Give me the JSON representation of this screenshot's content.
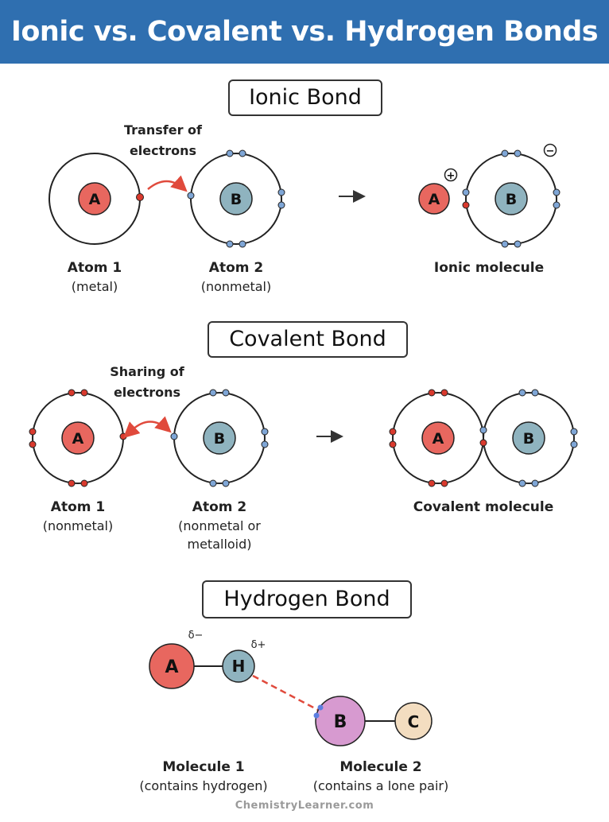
{
  "title": "Ionic vs. Covalent vs. Hydrogen Bonds",
  "colors": {
    "banner": "#2f6fb0",
    "atom_a": "#e8675f",
    "atom_b": "#8fb3bf",
    "electron_red": "#d93a2e",
    "electron_blue": "#7fa6d6",
    "hydrogen_bond_line": "#e04a3c",
    "molecule_b_pink": "#d79ad0",
    "molecule_c_tan": "#f3ddc0",
    "arrow_red": "#e04a3c"
  },
  "ionic": {
    "heading": "Ionic Bond",
    "transfer_note": [
      "Transfer of",
      "electrons"
    ],
    "atom1": {
      "symbol": "A",
      "name": "Atom 1",
      "type": "(metal)"
    },
    "atom2": {
      "symbol": "B",
      "name": "Atom 2",
      "type": "(nonmetal)"
    },
    "result": {
      "symbol_a": "A",
      "symbol_b": "B",
      "label": "Ionic molecule",
      "charge_a": "+",
      "charge_b": "−"
    }
  },
  "covalent": {
    "heading": "Covalent Bond",
    "sharing_note": [
      "Sharing of",
      "electrons"
    ],
    "atom1": {
      "symbol": "A",
      "name": "Atom 1",
      "type": "(nonmetal)"
    },
    "atom2": {
      "symbol": "B",
      "name": "Atom 2",
      "type_line1": "(nonmetal or",
      "type_line2": "metalloid)"
    },
    "result": {
      "symbol_a": "A",
      "symbol_b": "B",
      "label": "Covalent molecule"
    }
  },
  "hydrogen": {
    "heading": "Hydrogen Bond",
    "atom_a": "A",
    "atom_h": "H",
    "atom_b": "B",
    "atom_c": "C",
    "delta_minus": "δ−",
    "delta_plus": "δ+",
    "molecule1": {
      "name": "Molecule 1",
      "desc": "(contains hydrogen)"
    },
    "molecule2": {
      "name": "Molecule 2",
      "desc": "(contains a lone pair)"
    }
  },
  "footer": "ChemistryLearner.com"
}
